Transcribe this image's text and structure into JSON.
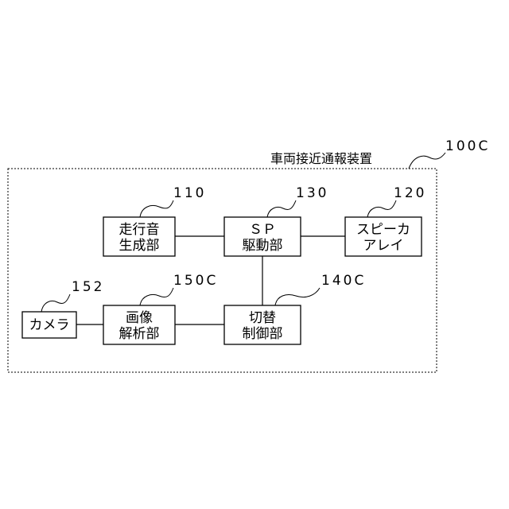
{
  "title": "車両接近通報装置",
  "device_ref": "100C",
  "blocks": {
    "sound_gen": {
      "line1": "走行音",
      "line2": "生成部",
      "ref": "110"
    },
    "sp_drive": {
      "line1": "ＳＰ",
      "line2": "駆動部",
      "ref": "130"
    },
    "speaker_array": {
      "line1": "スピーカ",
      "line2": "アレイ",
      "ref": "120"
    },
    "camera": {
      "line1": "カメラ",
      "ref": "152"
    },
    "image_analysis": {
      "line1": "画像",
      "line2": "解析部",
      "ref": "150C"
    },
    "switching_control": {
      "line1": "切替",
      "line2": "制御部",
      "ref": "140C"
    }
  }
}
